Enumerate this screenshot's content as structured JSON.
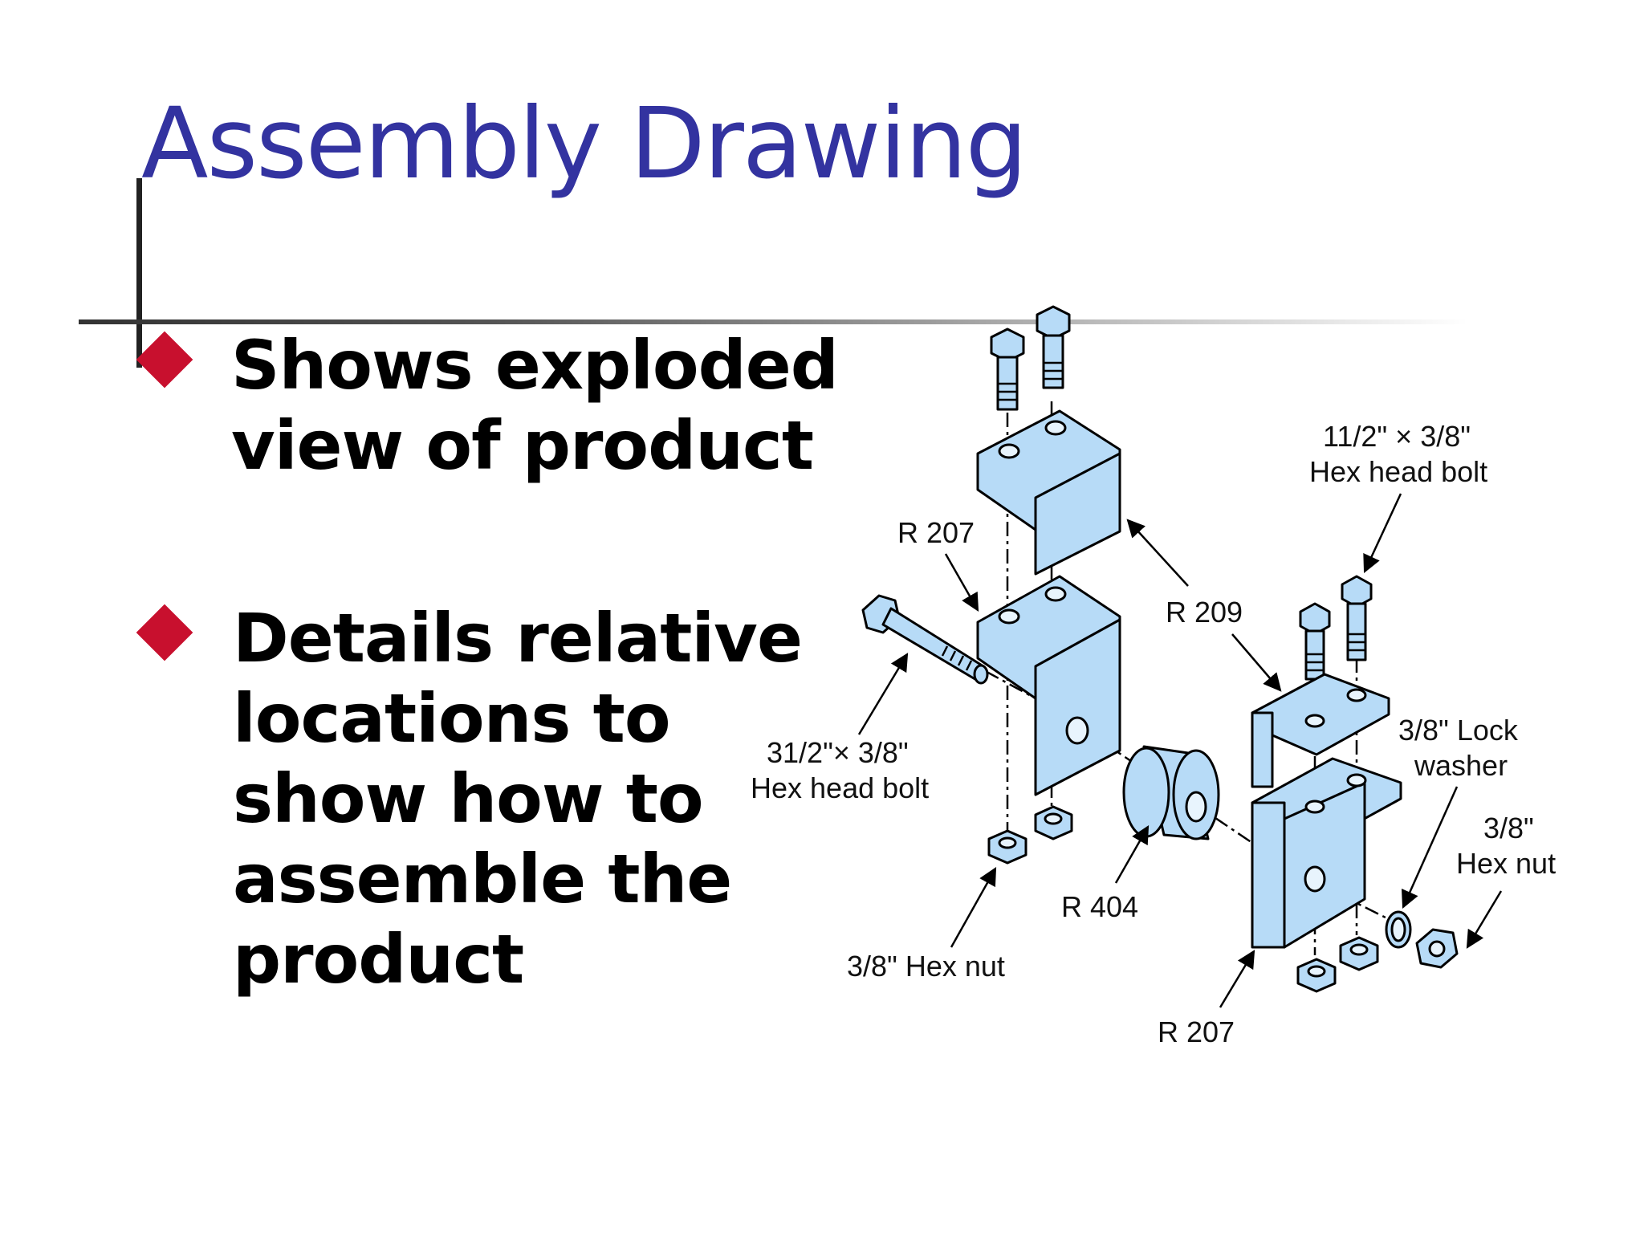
{
  "slide": {
    "title": "Assembly Drawing",
    "accent_color": "#c8102e",
    "title_color": "#3333a0"
  },
  "bullets": [
    {
      "text": "Shows exploded view of product"
    },
    {
      "text": "Details relative locations to show how to assemble the product"
    }
  ],
  "diagram": {
    "part_color": "#b7dbf7",
    "labels": {
      "bolt_top_right_dim": "11/2\" × 3/8\"",
      "bolt_top_right_name": "Hex head bolt",
      "r207_top": "R 207",
      "r209": "R 209",
      "lock_washer_line1": "3/8\" Lock",
      "lock_washer_line2": "washer",
      "hex_nut_right_line1": "3/8\"",
      "hex_nut_right_line2": "Hex nut",
      "bolt_long_dim": "31/2\"× 3/8\"",
      "bolt_long_name": "Hex head bolt",
      "r404": "R 404",
      "hex_nut_left": "3/8\" Hex nut",
      "r207_bottom": "R 207"
    }
  }
}
